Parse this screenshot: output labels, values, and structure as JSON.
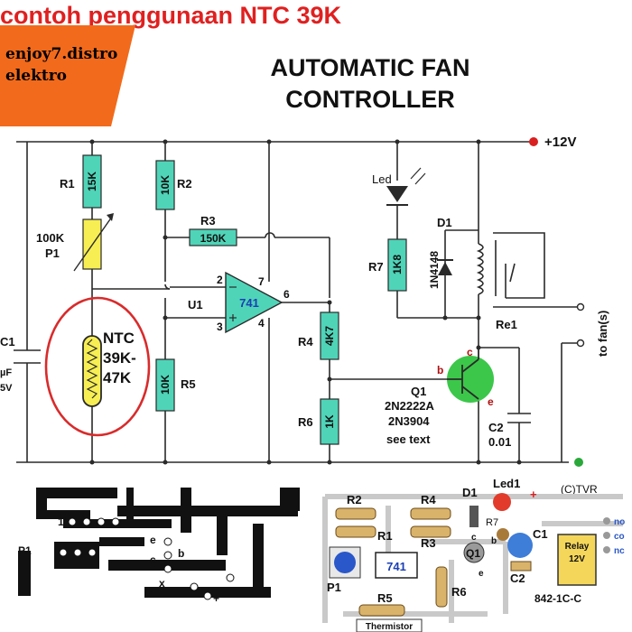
{
  "header": {
    "top_title": "contoh penggunaan NTC 39K",
    "watermark_line1": "enjoy7.distro",
    "watermark_line2": "elektro",
    "title_line1": "AUTOMATIC FAN",
    "title_line2": "CONTROLLER"
  },
  "colors": {
    "wire": "#2a2a2a",
    "component_fill": "#4fd4b8",
    "pot_fill": "#f7ee53",
    "highlight_ellipse": "#d92b2b",
    "transistor": "#3cc74a",
    "supply_dot": "#d82020",
    "ground_dot": "#2aa83a",
    "watermark_bg": "#f26a1b",
    "title_red": "#e02020"
  },
  "schematic": {
    "supply": "+12V",
    "resistors": {
      "r1": {
        "label": "R1",
        "value": "15K"
      },
      "r2": {
        "label": "R2",
        "value": "10K"
      },
      "r3": {
        "label": "R3",
        "value": "150K"
      },
      "r4": {
        "label": "R4",
        "value": "4K7"
      },
      "r5": {
        "label": "R5",
        "value": "10K"
      },
      "r6": {
        "label": "R6",
        "value": "1K"
      },
      "r7": {
        "label": "R7",
        "value": "1K8"
      }
    },
    "pot": {
      "label": "P1",
      "value": "100K"
    },
    "ntc": {
      "line1": "NTC",
      "line2": "39K-",
      "line3": "47K"
    },
    "opamp": {
      "label": "U1",
      "part": "741",
      "pin2": "2",
      "pin3": "3",
      "pin4": "4",
      "pin6": "6",
      "pin7": "7"
    },
    "led": {
      "label": "Led"
    },
    "diode": {
      "label": "D1",
      "part": "1N4148"
    },
    "relay": {
      "label": "Re1"
    },
    "transistor": {
      "label": "Q1",
      "part1": "2N2222A",
      "part2": "2N3904",
      "note": "see text",
      "pin_b": "b",
      "pin_c": "c",
      "pin_e": "e"
    },
    "c1": {
      "label": "C1",
      "value1": "µF",
      "value2": "5V"
    },
    "c2": {
      "label": "C2",
      "value": "0.01"
    },
    "output": "to fan(s)",
    "credit": "(C)TVR"
  },
  "pcb": {
    "pin1": "1",
    "p1": "P1",
    "pad_e": "e",
    "pad_c": "c",
    "pad_b": "b",
    "plus": "+",
    "minus": "-",
    "x": "x"
  },
  "layout_labels": {
    "r2": "R2",
    "r4": "R4",
    "r1": "R1",
    "r3": "R3",
    "d1": "D1",
    "led1": "Led1",
    "r7": "R7",
    "c1": "C1",
    "q1": "Q1",
    "ic": "741",
    "p1": "P1",
    "c2": "C2",
    "r5": "R5",
    "r6": "R6",
    "relay1": "Relay",
    "relay2": "12V",
    "relay_part": "842-1C-C",
    "thermistor": "Thermistor",
    "pb": "b",
    "pc": "c",
    "pe": "e",
    "plus": "+",
    "no": "no",
    "co": "co",
    "nc": "nc"
  }
}
